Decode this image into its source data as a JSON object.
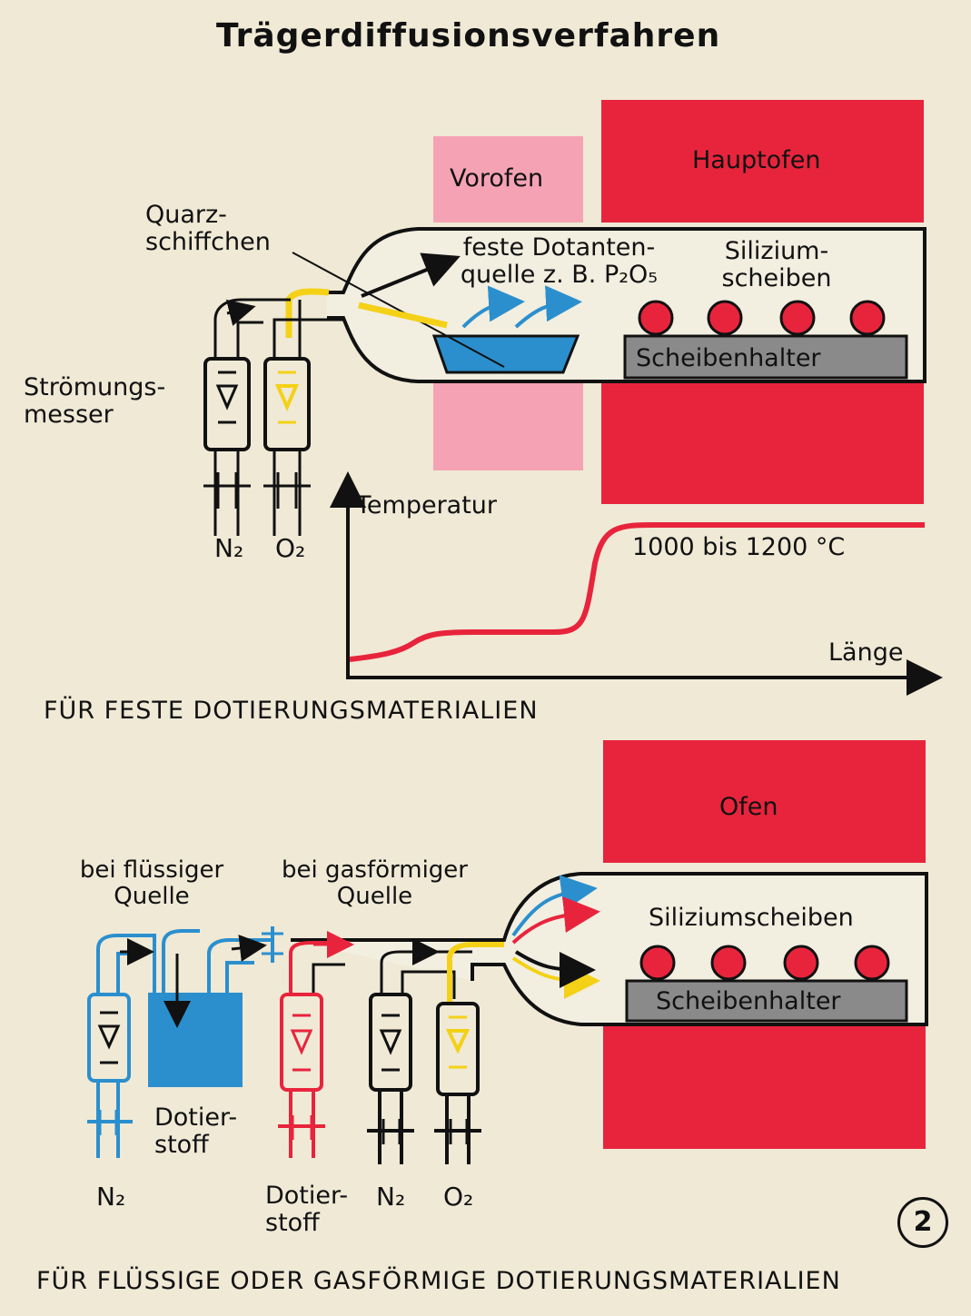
{
  "title": "Trägerdiffusionsverfahren",
  "figure_number": "2",
  "top": {
    "caption": "FÜR FESTE DOTIERUNGSMATERIALIEN",
    "preheater_label": "Vorofen",
    "main_furnace_label": "Hauptofen",
    "boat_label": "Quarz-\nschiffchen",
    "source_label": "feste Dotanten-\nquelle z. B. P₂O₅",
    "wafers_label": "Silizium-\nscheiben",
    "holder_label": "Scheibenhalter",
    "flowmeter_label": "Strömungs-\nmesser",
    "gas1": "N₂",
    "gas2": "O₂",
    "temperature_axis": "Temperatur",
    "length_axis": "Länge",
    "temperature_range": "1000 bis 1200 °C"
  },
  "bottom": {
    "caption": "FÜR FLÜSSIGE ODER GASFÖRMIGE DOTIERUNGSMATERIALIEN",
    "furnace_label": "Ofen",
    "liquid_source_label": "bei flüssiger\nQuelle",
    "gas_source_label": "bei gasförmiger\nQuelle",
    "wafers_label": "Siliziumscheiben",
    "holder_label": "Scheibenhalter",
    "dopant_liquid_label": "Dotier-\nstoff",
    "gas1": "N₂",
    "dopant_gas_label": "Dotier-\nstoff",
    "gas2": "N₂",
    "gas3": "O₂"
  },
  "colors": {
    "furnace_red": "#e8243c",
    "preheater_pink": "#f5a3b4",
    "nitrogen_blue": "#2b8fce",
    "oxygen_yellow": "#f4d116",
    "dopant_red": "#e8243c",
    "holder_gray": "#8a8a8a",
    "temperature_curve": "#e8243c"
  },
  "temperature_curve": {
    "x_unit": "Länge",
    "y_unit": "Temperatur",
    "shape": "low near entry, rising to plateau 1000 bis 1200 °C inside Hauptofen"
  }
}
